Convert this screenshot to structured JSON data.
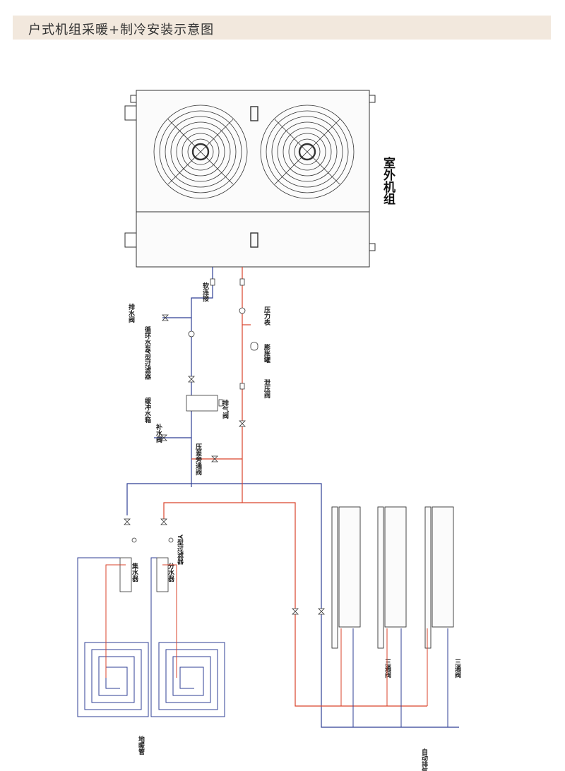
{
  "page": {
    "title": "户式机组采暖+制冷安装示意图"
  },
  "labels": {
    "outdoor_unit": "室外机组",
    "soft_joint": "软连接",
    "drain_valve": "排水阀",
    "circ_pump": "循环水泵",
    "y_filter": "Y型过滤器",
    "pressure_gauge": "压力表",
    "expansion_tank": "膨胀罐",
    "relief_valve": "泄压阀",
    "buffer_tank": "缓冲水箱",
    "vent_valve": "排气阀",
    "makeup_valve": "补水阀",
    "bypass_valve": "压差旁通阀",
    "y_filter_2": "Y型过滤器",
    "collector": "集水器",
    "distributor": "分水器",
    "floor_pipe": "地暖管",
    "three_way_1": "三通阀",
    "three_way_2": "三通阀",
    "auto_vent": "自动排气阀"
  },
  "colors": {
    "supply": "#d9432b",
    "return": "#2f3f95",
    "outline": "#333333",
    "title_bg": "#f2e8dd"
  }
}
